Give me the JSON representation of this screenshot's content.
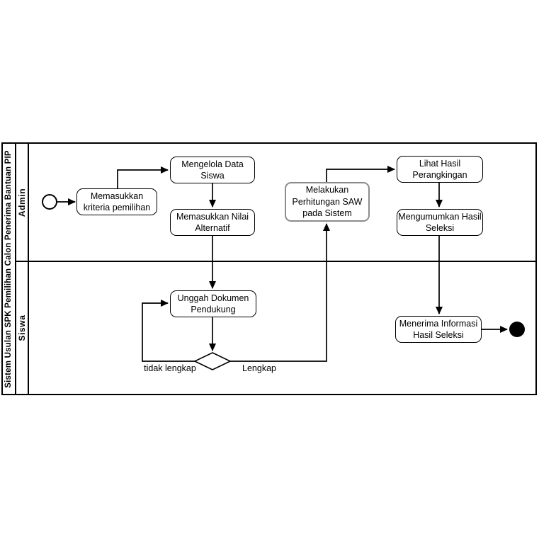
{
  "diagram": {
    "title": "Sistem Usulan SPK Pemilihan Calon Penerima Bantuan PIP",
    "lanes": {
      "admin": "Admin",
      "siswa": "Siswa"
    },
    "activities": {
      "memasukkan_kriteria": "Memasukkan\nkriteria pemilihan",
      "mengelola_data": "Mengelola Data\nSiswa",
      "memasukkan_nilai": "Memasukkan Nilai\nAlternatif",
      "melakukan_saw": "Melakukan\nPerhitungan SAW\npada Sistem",
      "lihat_hasil": "Lihat Hasil\nPerangkingan",
      "mengumumkan_hasil": "Mengumumkan Hasil\nSeleksi",
      "unggah_dokumen": "Unggah Dokumen\nPendukung",
      "menerima_informasi": "Menerima Informasi\nHasil Seleksi"
    },
    "decision": {
      "no_label": "tidak lengkap",
      "yes_label": "Lengkap"
    },
    "colors": {
      "line": "#000000",
      "activity_border": "#000000",
      "saw_border": "#8c8c8c",
      "background": "#ffffff"
    }
  }
}
